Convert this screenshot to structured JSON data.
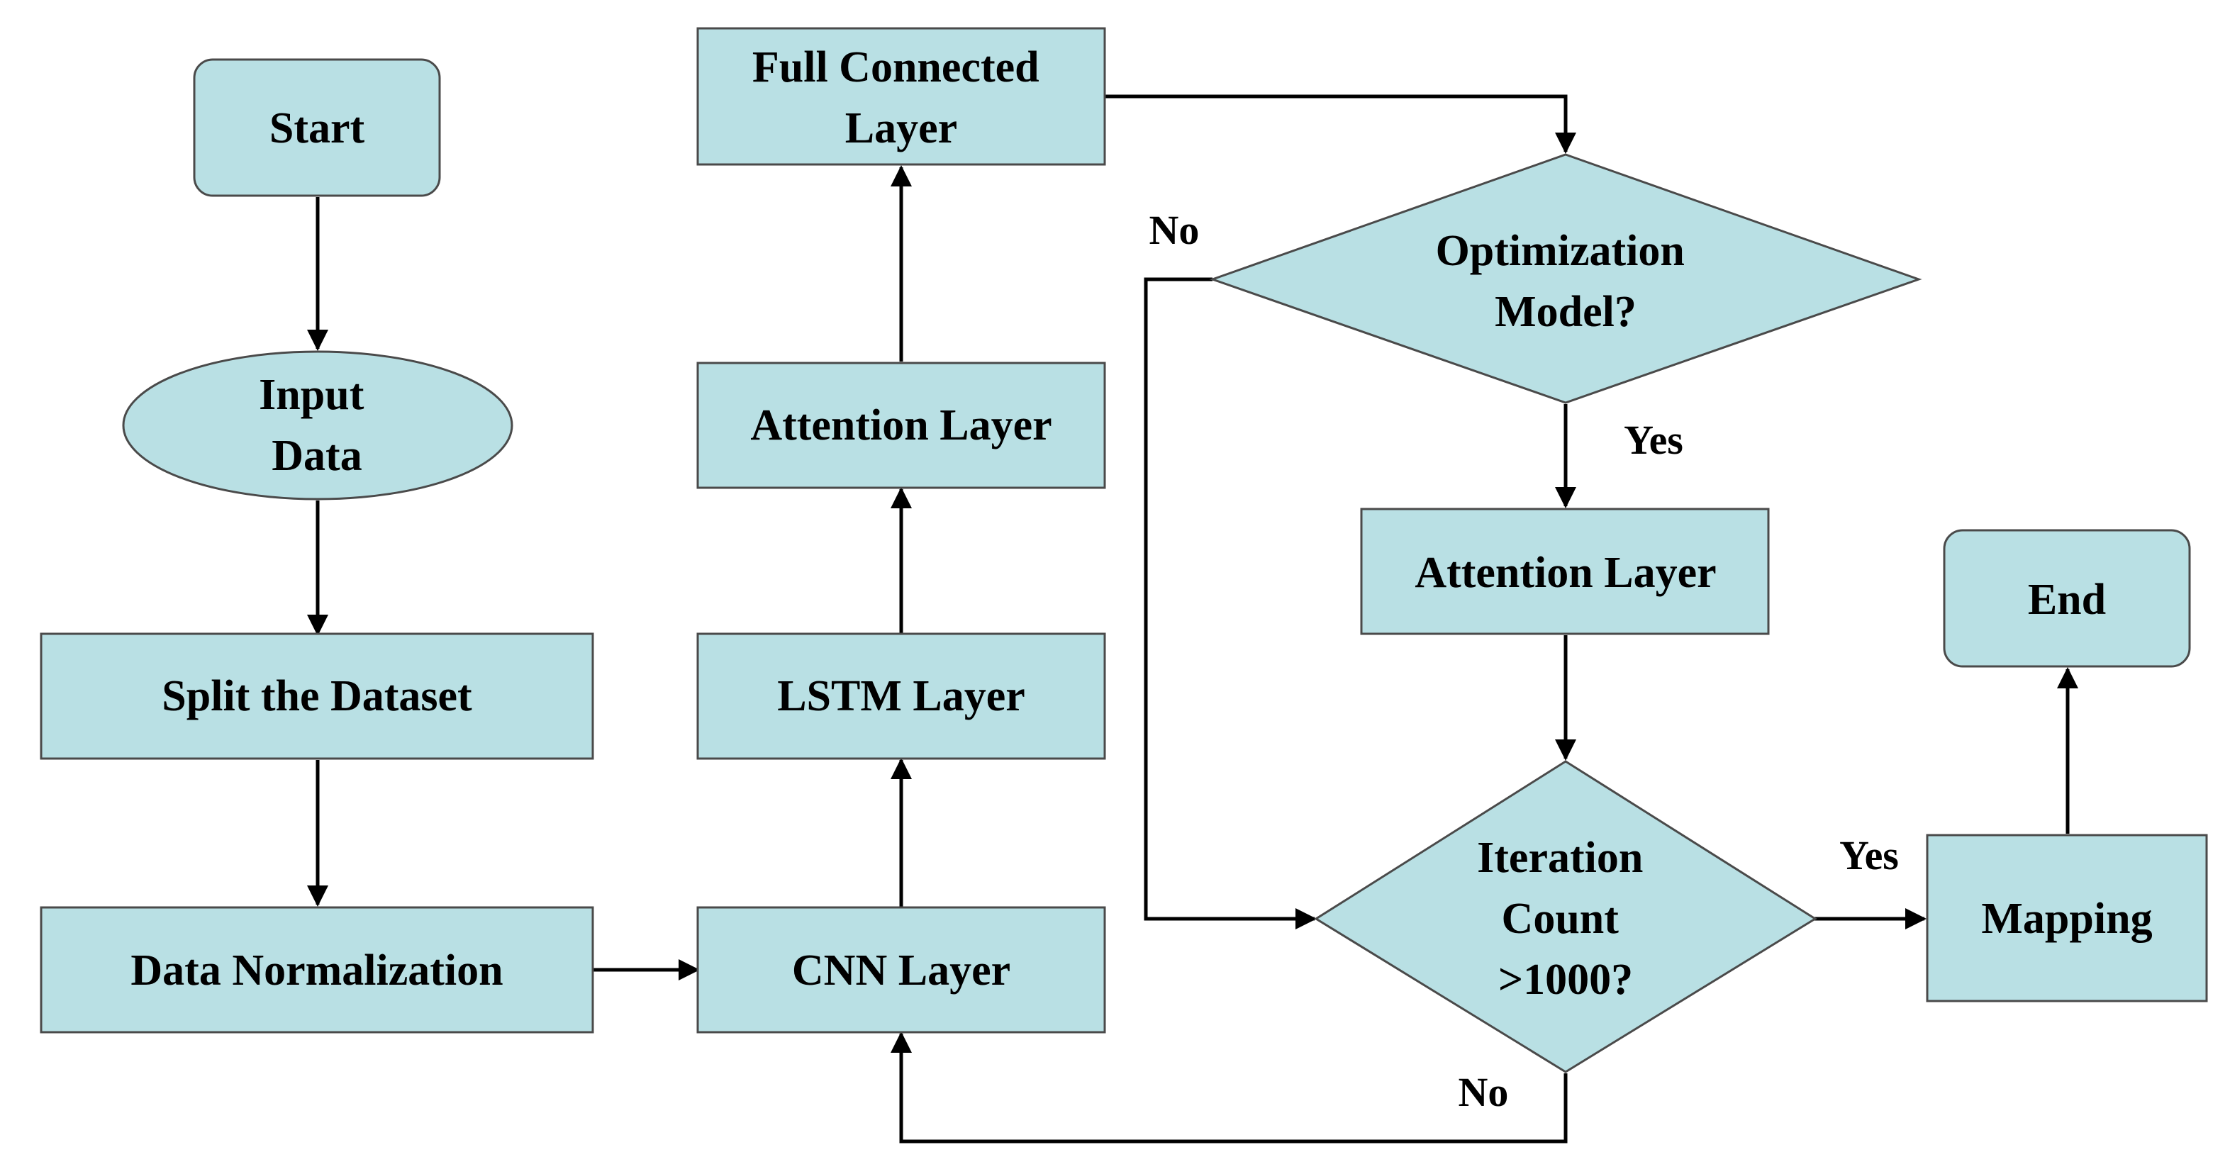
{
  "diagram": {
    "type": "flowchart",
    "nodes": {
      "start": [
        "Start"
      ],
      "input_data": [
        "Input",
        "Data"
      ],
      "split_dataset": [
        "Split the Dataset"
      ],
      "data_normalization": [
        "Data Normalization"
      ],
      "cnn_layer": [
        "CNN Layer"
      ],
      "lstm_layer": [
        "LSTM Layer"
      ],
      "attention_layer_1": [
        "Attention Layer"
      ],
      "full_connected": [
        "Full Connected",
        "Layer"
      ],
      "optimization_model": [
        "Optimization",
        "Model?"
      ],
      "attention_layer_2": [
        "Attention Layer"
      ],
      "iteration_count": [
        "Iteration",
        "Count",
        ">1000?"
      ],
      "mapping": [
        "Mapping"
      ],
      "end": [
        "End"
      ]
    },
    "edge_labels": {
      "optimization_no": "No",
      "optimization_yes": "Yes",
      "iteration_yes": "Yes",
      "iteration_no": "No"
    },
    "edges": [
      [
        "start",
        "input_data"
      ],
      [
        "input_data",
        "split_dataset"
      ],
      [
        "split_dataset",
        "data_normalization"
      ],
      [
        "data_normalization",
        "cnn_layer"
      ],
      [
        "cnn_layer",
        "lstm_layer"
      ],
      [
        "lstm_layer",
        "attention_layer_1"
      ],
      [
        "attention_layer_1",
        "full_connected"
      ],
      [
        "full_connected",
        "optimization_model"
      ],
      [
        "optimization_model",
        "attention_layer_2",
        "Yes"
      ],
      [
        "optimization_model",
        "iteration_count",
        "No"
      ],
      [
        "attention_layer_2",
        "iteration_count"
      ],
      [
        "iteration_count",
        "mapping",
        "Yes"
      ],
      [
        "iteration_count",
        "cnn_layer",
        "No"
      ],
      [
        "mapping",
        "end"
      ]
    ]
  },
  "colors": {
    "node_fill": "#b9e0e4",
    "node_border": "#4a4a4a",
    "arrow": "#000000"
  }
}
